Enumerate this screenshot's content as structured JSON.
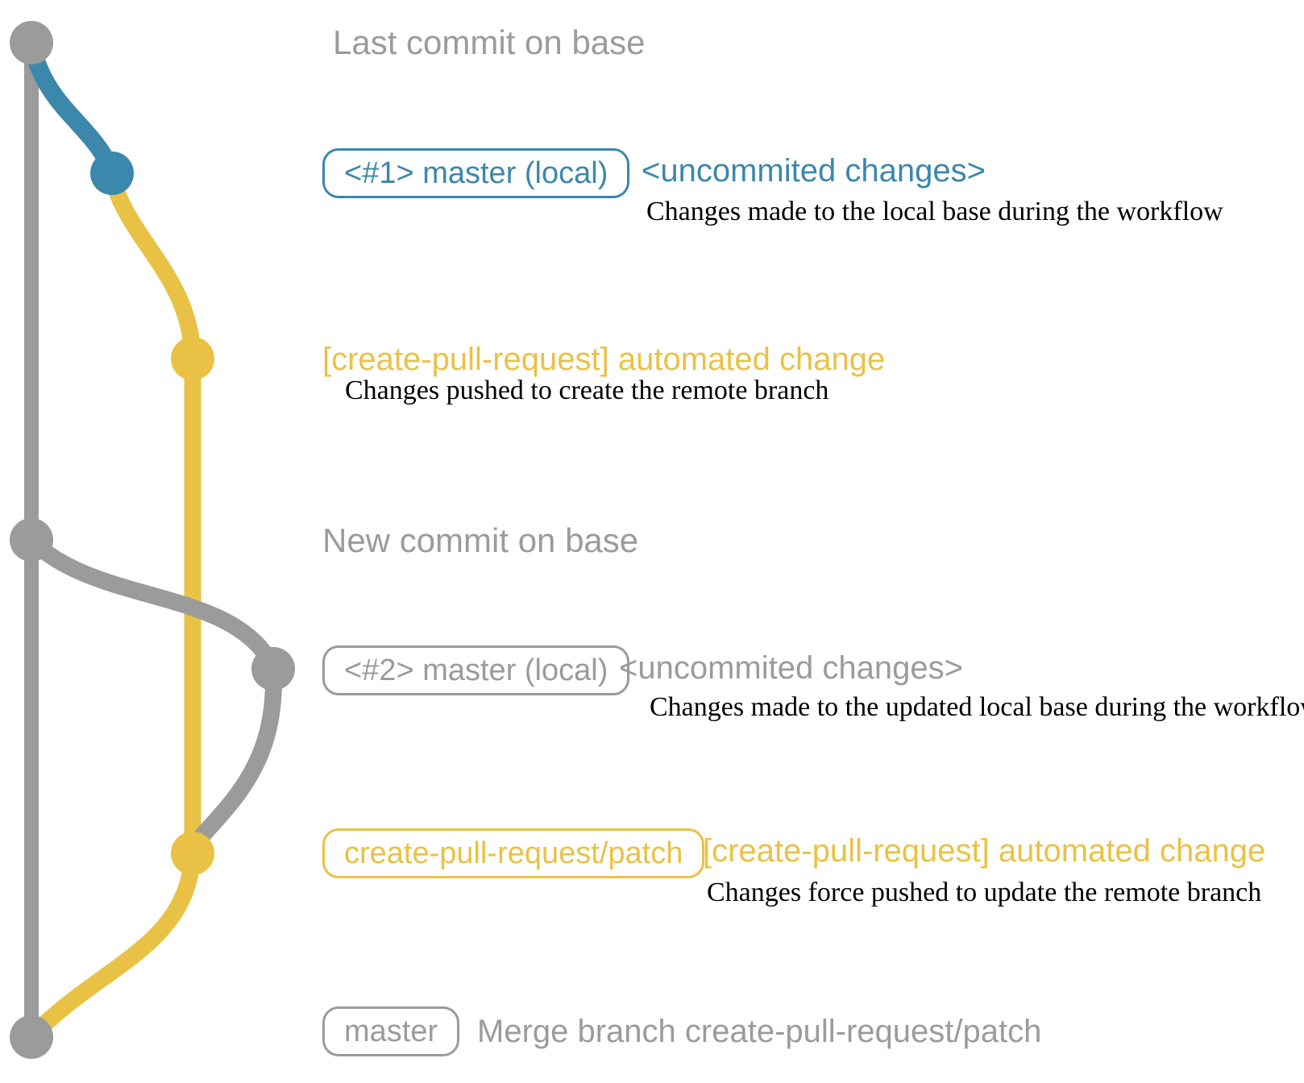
{
  "colors": {
    "gray": "#9b9b9b",
    "blue": "#3c87ac",
    "yellow": "#e9c245",
    "ink": "#000000"
  },
  "rows": {
    "r1": {
      "label": "Last commit on base"
    },
    "r2": {
      "badge": "<#1> master (local)",
      "message": "<uncommited changes>",
      "caption": "Changes made to the local base during the workflow"
    },
    "r3": {
      "message": "[create-pull-request] automated change",
      "caption": "Changes pushed to create the remote branch"
    },
    "r4": {
      "label": "New commit on base"
    },
    "r5": {
      "badge": "<#2> master (local)",
      "message": "<uncommited changes>",
      "caption": "Changes made to the updated local base during the workflow"
    },
    "r6": {
      "badge": "create-pull-request/patch",
      "message": "[create-pull-request] automated change",
      "caption": "Changes force pushed to update the remote branch"
    },
    "r7": {
      "badge": "master",
      "message": "Merge branch create-pull-request/patch"
    }
  }
}
